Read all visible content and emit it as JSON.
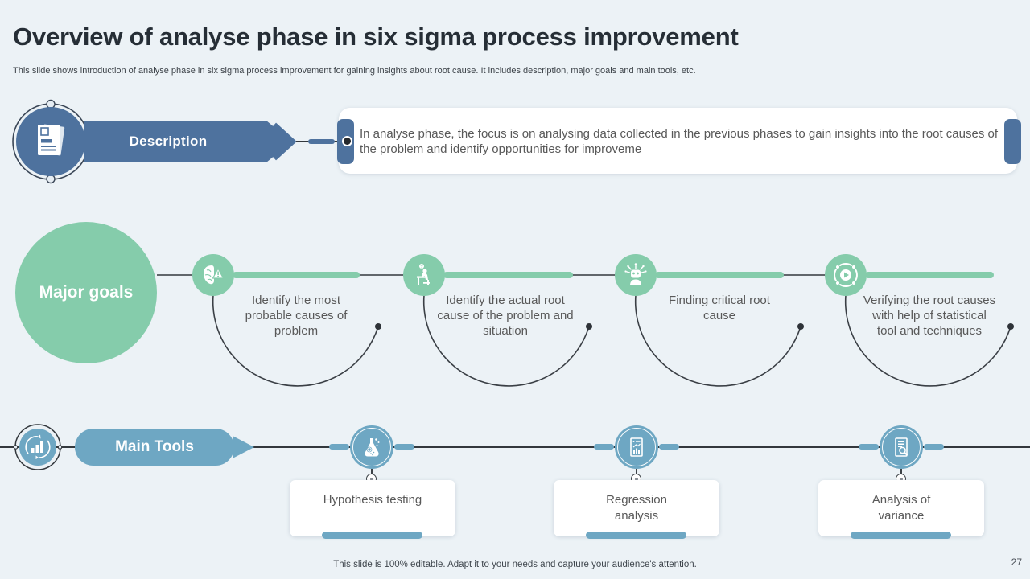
{
  "slide": {
    "title": "Overview of analyse phase in six sigma process improvement",
    "subtitle": "This slide shows introduction of analyse phase in six sigma process improvement for gaining insights about root cause. It includes description, major goals and main tools, etc.",
    "footer_note": "This slide is 100% editable. Adapt it to your needs and capture your audience's attention.",
    "page_number": "27"
  },
  "description": {
    "label": "Description",
    "text": "In analyse phase, the focus is on analysing data collected in the previous phases to gain insights into the root causes of the problem and identify opportunities for improveme",
    "icon": "document-icon"
  },
  "major_goals": {
    "label": "Major goals",
    "items": [
      {
        "text": "Identify the most probable causes of problem",
        "icon": "brain-alert-icon"
      },
      {
        "text": "Identify the actual root cause of the problem and situation",
        "icon": "analyst-desk-icon"
      },
      {
        "text": "Finding critical root cause",
        "icon": "robot-icon"
      },
      {
        "text": "Verifying the root causes with help of statistical tool and techniques",
        "icon": "target-gear-icon"
      }
    ]
  },
  "main_tools": {
    "label": "Main Tools",
    "icon": "chart-cycle-icon",
    "items": [
      {
        "text": "Hypothesis testing",
        "icon": "flask-icon"
      },
      {
        "text": "Regression analysis",
        "icon": "report-chart-icon"
      },
      {
        "text": "Analysis of variance",
        "icon": "report-search-icon"
      }
    ]
  },
  "colors": {
    "background": "#ecf2f6",
    "blue": "#4e729e",
    "green": "#85ccab",
    "teal_blue": "#6ea7c3",
    "text_gray": "#595959",
    "line_dark": "#33383d"
  }
}
